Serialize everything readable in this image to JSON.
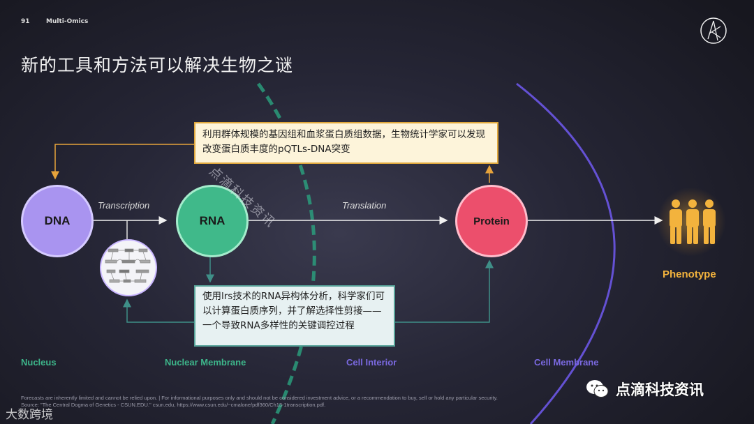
{
  "header": {
    "page_number": "91",
    "section": "Multi-Omics",
    "title": "新的工具和方法可以解决生物之谜"
  },
  "nodes": {
    "dna": "DNA",
    "rna": "RNA",
    "protein": "Protein"
  },
  "edges": {
    "transcription": "Transcription",
    "translation": "Translation"
  },
  "callouts": {
    "top": "利用群体规模的基因组和血浆蛋白质组数据，生物统计学家可以发现改变蛋白质丰度的pQTLs-DNA突变",
    "bottom": "使用lrs技术的RNA异构体分析，科学家们可以计算蛋白质序列，并了解选择性剪接——一个导致RNA多样性的关键调控过程"
  },
  "regions": {
    "nucleus": "Nucleus",
    "nuclear_membrane": "Nuclear Membrane",
    "cell_interior": "Cell Interior",
    "cell_membrane": "Cell Membrane"
  },
  "phenotype": {
    "label": "Phenotype",
    "icon": "people-group-icon"
  },
  "footnote": {
    "line1": "Forecasts are inherently limited and cannot be relied upon. | For informational purposes only and should not be considered investment advice, or a recommendation to buy, sell or hold any particular security.",
    "line2": "Source: \"The Central Dogma of Genetics - CSUN.EDU.\" csun.edu, https://www.csun.edu/~cmalone/pdf360/Ch13-1transcription.pdf."
  },
  "watermarks": {
    "diagonal": "点滴科技资讯",
    "wechat_account": "点滴科技资讯",
    "corner": "大数跨境"
  },
  "colors": {
    "dna": "#a994f0",
    "rna": "#40b98a",
    "protein": "#ec4f6c",
    "arrow_orange": "#e6a33b",
    "arrow_teal": "#3f8f88",
    "nucleus_label": "#3db58a",
    "cell_label": "#7a69e0",
    "phenotype": "#f3b33d"
  }
}
